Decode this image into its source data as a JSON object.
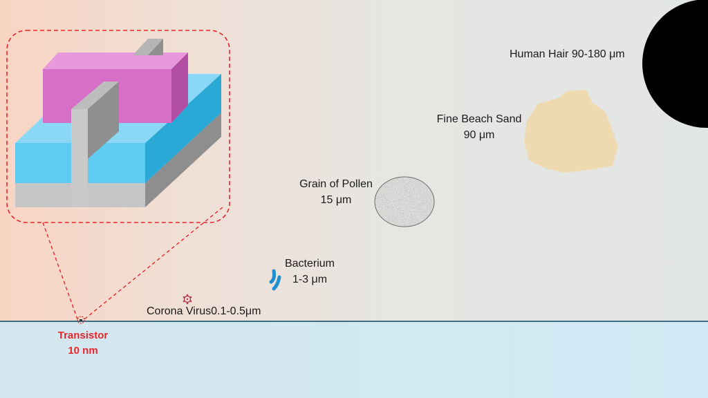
{
  "items": {
    "human_hair": {
      "name": "Human Hair",
      "size": "90-180 μm"
    },
    "beach_sand": {
      "name": "Fine Beach Sand",
      "size": "90 μm"
    },
    "pollen": {
      "name": "Grain of Pollen",
      "size": "15 μm"
    },
    "bacterium": {
      "name": "Bacterium",
      "size": "1-3 μm"
    },
    "virus": {
      "name": "Corona Virus",
      "size": "0.1-0.5μm"
    },
    "transistor": {
      "name": "Transistor",
      "size": "10 nm"
    }
  },
  "colors": {
    "transistor_label": "#e8262a",
    "baseline": "#3f6f84",
    "bacterium": "#1e8fd0",
    "gate": "#d66fc8",
    "channel": "#5fcbf0",
    "substrate": "#c8c8c8",
    "sand": "#efd9b0"
  },
  "icons": [
    "human-hair-icon",
    "sand-grain-icon",
    "pollen-icon",
    "bacterium-icon",
    "virus-icon",
    "transistor-3d-icon",
    "zoom-callout"
  ]
}
